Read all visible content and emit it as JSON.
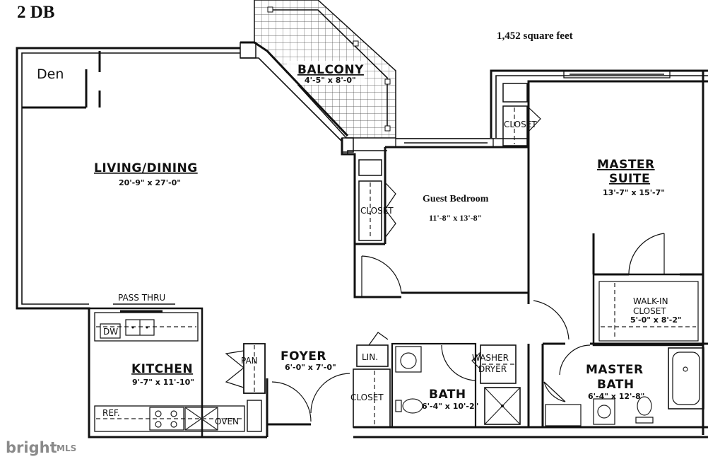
{
  "header": {
    "plan_name": "2 DB",
    "area": "1,452 square feet"
  },
  "rooms": {
    "den": {
      "name": "Den"
    },
    "balcony": {
      "name": "BALCONY",
      "dims": "4'-5\" x 8'-0\""
    },
    "living": {
      "name": "LIVING/DINING",
      "dims": "20'-9\" x 27'-0\""
    },
    "guest_bedroom": {
      "name": "Guest Bedroom",
      "dims": "11'-8\" x 13'-8\""
    },
    "master_suite": {
      "name_line1": "MASTER",
      "name_line2": "SUITE",
      "dims": "13'-7\" x 15'-7\""
    },
    "walk_in_closet": {
      "name_line1": "WALK-IN",
      "name_line2": "CLOSET",
      "dims": "5'-0\" x 8'-2\""
    },
    "kitchen": {
      "name": "KITCHEN",
      "dims": "9'-7\" x 11'-10\""
    },
    "foyer": {
      "name": "FOYER",
      "dims": "6'-0\" x 7'-0\""
    },
    "bath": {
      "name": "BATH",
      "dims": "6'-4\" x 10'-2\""
    },
    "master_bath": {
      "name_line1": "MASTER",
      "name_line2": "BATH",
      "dims": "6'-4\" x 12'-8\""
    }
  },
  "labels": {
    "pass_thru": "PASS THRU",
    "dw": "DW",
    "ref": "REF.",
    "oven": "OVEN",
    "pan": "PAN",
    "lin": "LIN.",
    "closet_guest": "CLOSET",
    "closet_master": "CLOSET",
    "closet_hall": "CLOSET",
    "washer": "WASHER",
    "dryer": "DRYER"
  },
  "watermark": {
    "brand": "bright",
    "suffix": "MLS"
  }
}
